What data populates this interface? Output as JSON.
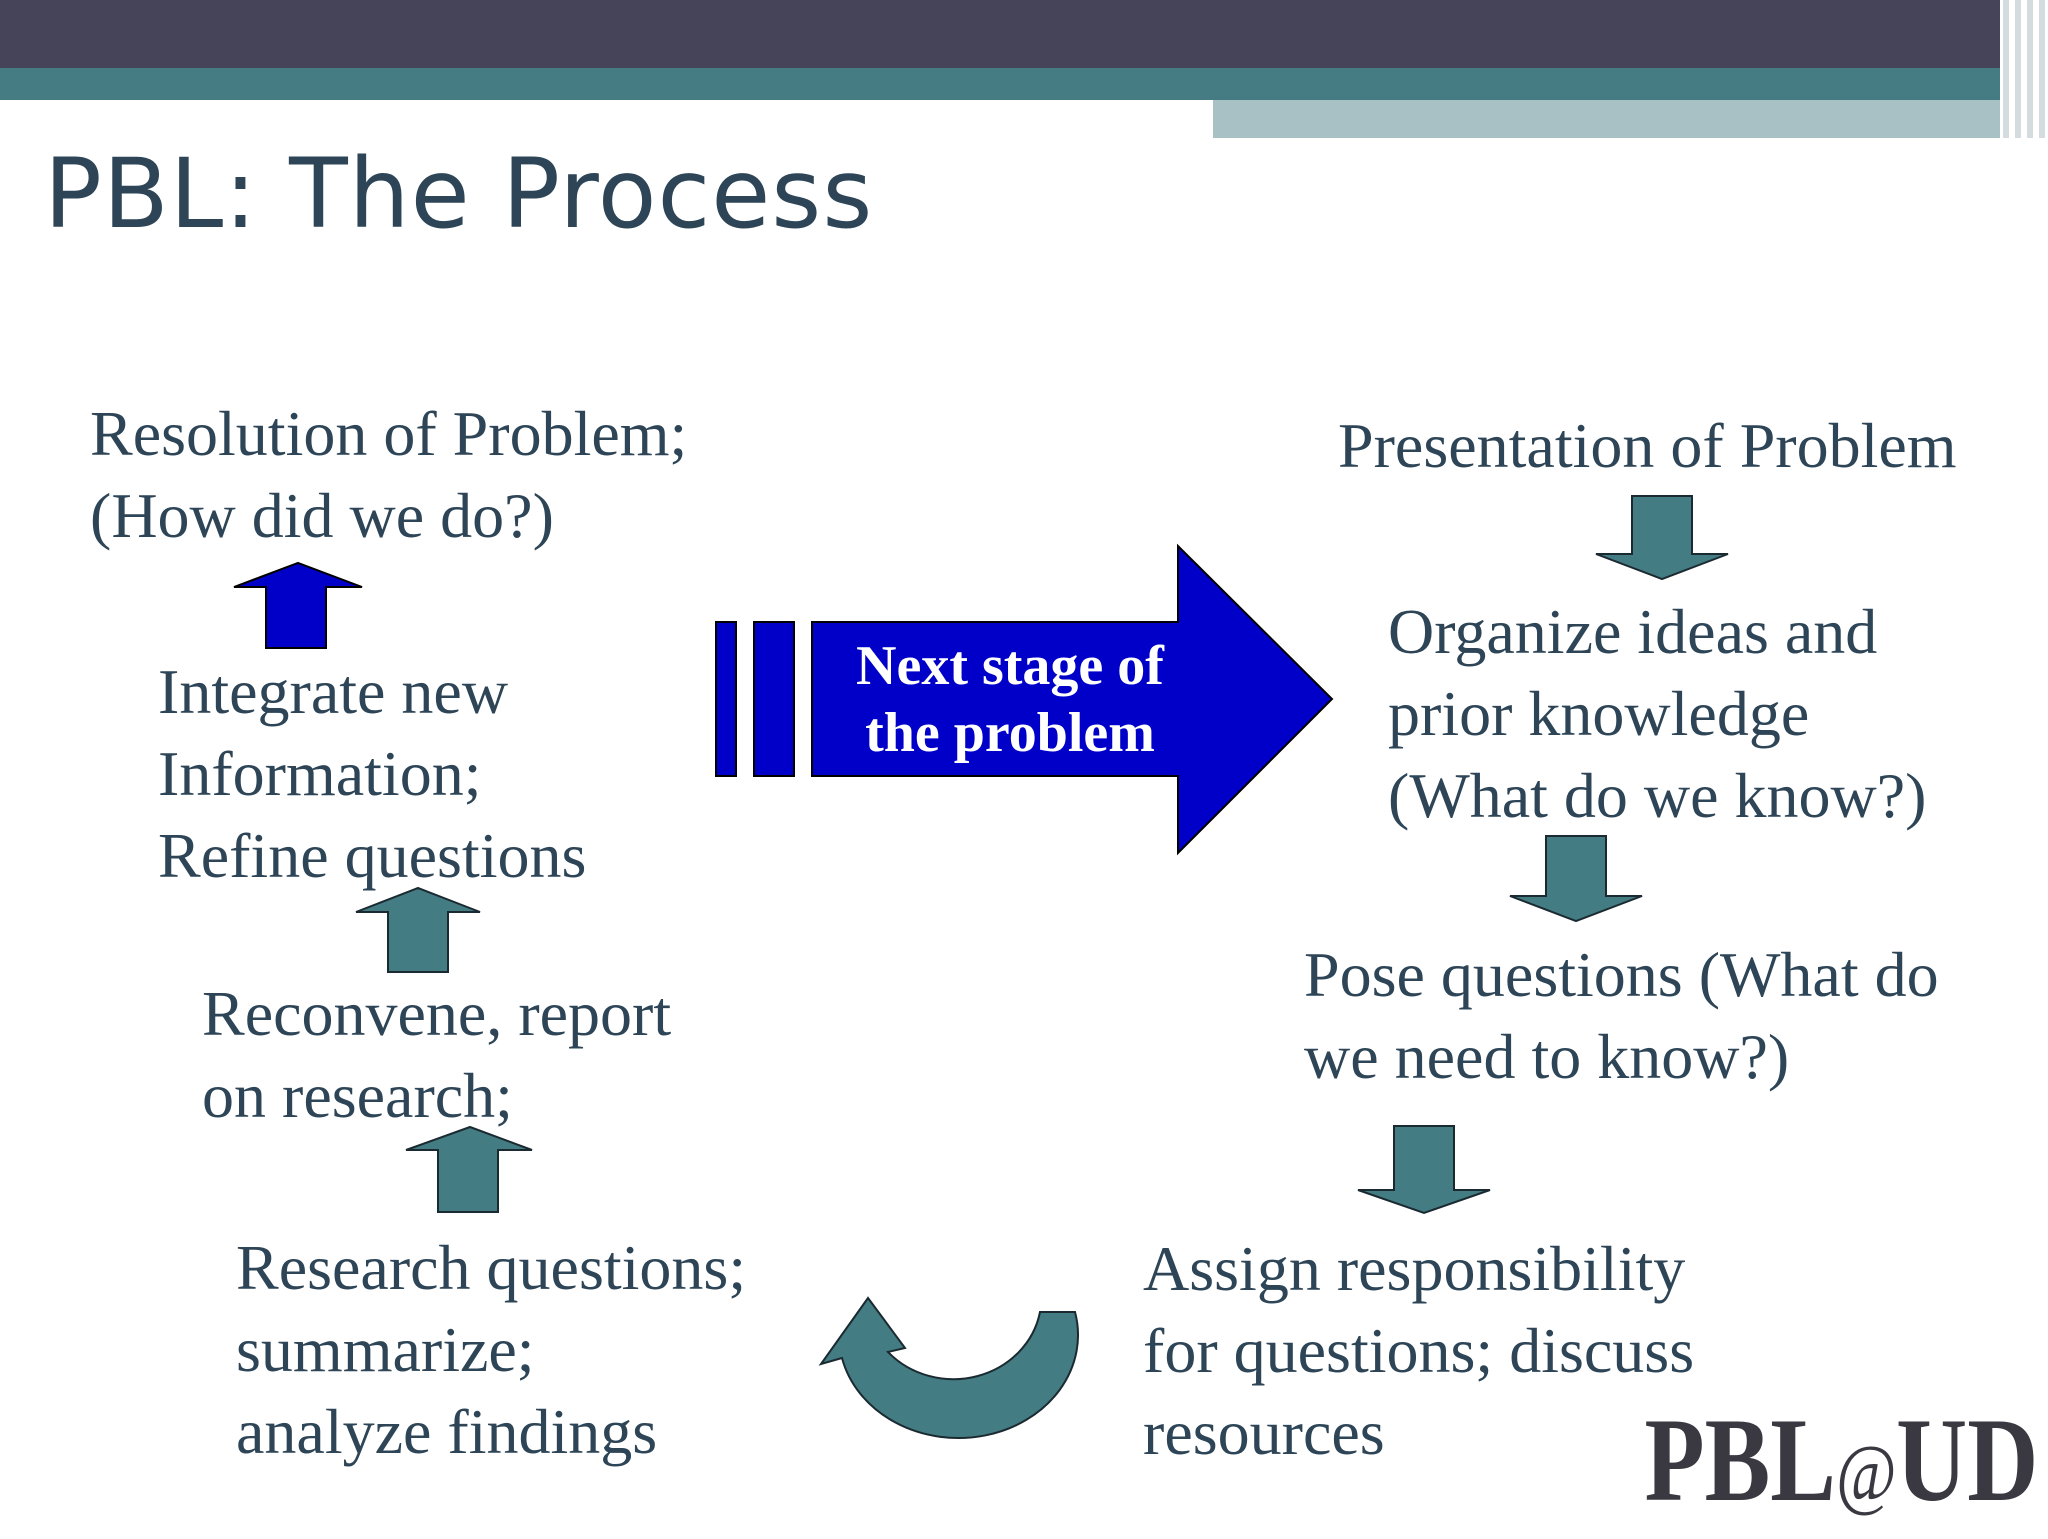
{
  "slide": {
    "title": "PBL: The Process"
  },
  "steps": {
    "resolution": {
      "lines": [
        "Resolution of Problem;",
        "(How did we do?)"
      ]
    },
    "integrate": {
      "lines": [
        "Integrate new",
        "Information;",
        "Refine questions"
      ]
    },
    "reconvene": {
      "lines": [
        "Reconvene, report",
        "on research;"
      ]
    },
    "research": {
      "lines": [
        "Research questions;",
        "summarize;",
        "analyze findings"
      ]
    },
    "presentation": {
      "lines": [
        "Presentation of Problem"
      ]
    },
    "organize": {
      "lines": [
        "Organize ideas and",
        "prior knowledge",
        "(What do we know?)"
      ]
    },
    "pose": {
      "lines": [
        "Pose questions (What do",
        "we need to know?)"
      ]
    },
    "assign": {
      "lines": [
        "Assign responsibility",
        "for questions; discuss",
        "resources"
      ]
    }
  },
  "banner": {
    "lines": [
      "Next stage of",
      "the problem"
    ]
  },
  "logo": {
    "prefix": "PBL",
    "at": "@",
    "suffix": "UD"
  },
  "colors": {
    "header_dark": "#454459",
    "header_teal": "#457c84",
    "header_light": "#a7c1c4",
    "text": "#2d4556",
    "teal_arrow": "#447c84",
    "blue_arrow": "#0000c8"
  }
}
